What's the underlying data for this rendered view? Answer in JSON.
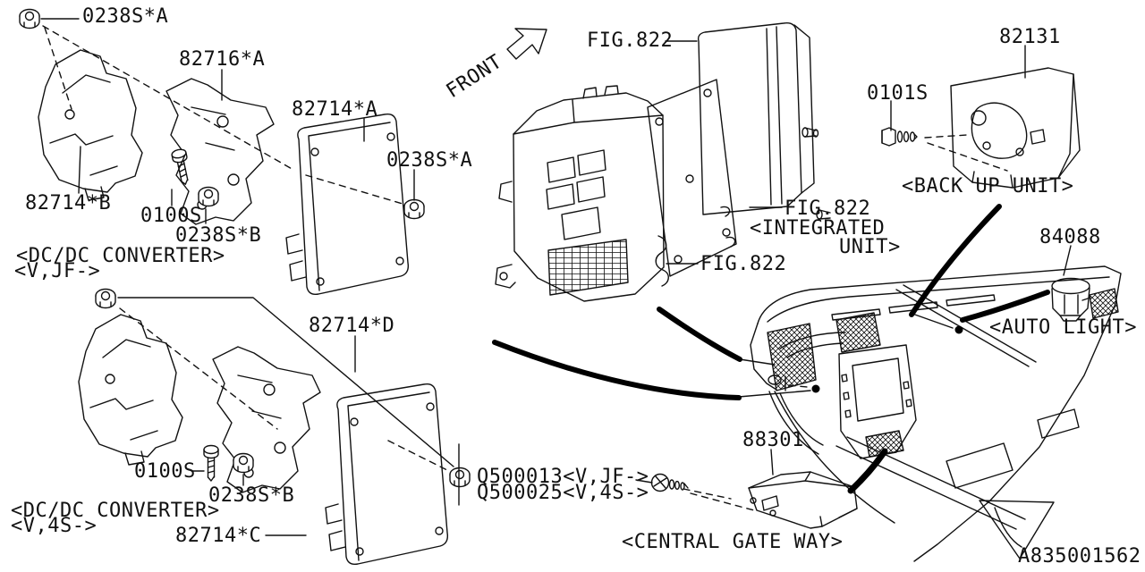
{
  "colors": {
    "background": "#ffffff",
    "line": "#111111"
  },
  "drawing_number": "A835001562",
  "front_indicator": "FRONT",
  "labels": {
    "g1_nut_top": "0238S*A",
    "g1_bracket": "82716*A",
    "g1_module_a": "82714*A",
    "g1_nut_right": "0238S*A",
    "g1_module_b": "82714*B",
    "g1_screw": "0100S",
    "g1_nut_b": "0238S*B",
    "g1_caption": "<DC/DC CONVERTER>",
    "g1_variant": "<V,JF->",
    "g2_module_d": "82714*D",
    "g2_screw": "0100S",
    "g2_nut_b": "0238S*B",
    "g2_caption": "<DC/DC CONVERTER>",
    "g2_variant": "<V,4S->",
    "g2_module_c": "82714*C",
    "fig_fusebox_top": "FIG.822",
    "fig_integrated": "FIG.822",
    "integrated_1": "<INTEGRATED",
    "integrated_2": "UNIT>",
    "fig_fusebox": "FIG.822",
    "backup_part": "82131",
    "backup_screw": "0101S",
    "backup_caption": "<BACK UP UNIT>",
    "autolight_part": "84088",
    "autolight_caption": "<AUTO LIGHT>",
    "gateway_part": "88301",
    "gateway_screw_jf": "Q500013<V,JF->",
    "gateway_screw_4s": "Q500025<V,4S->",
    "gateway_caption": "<CENTRAL GATE WAY>"
  }
}
